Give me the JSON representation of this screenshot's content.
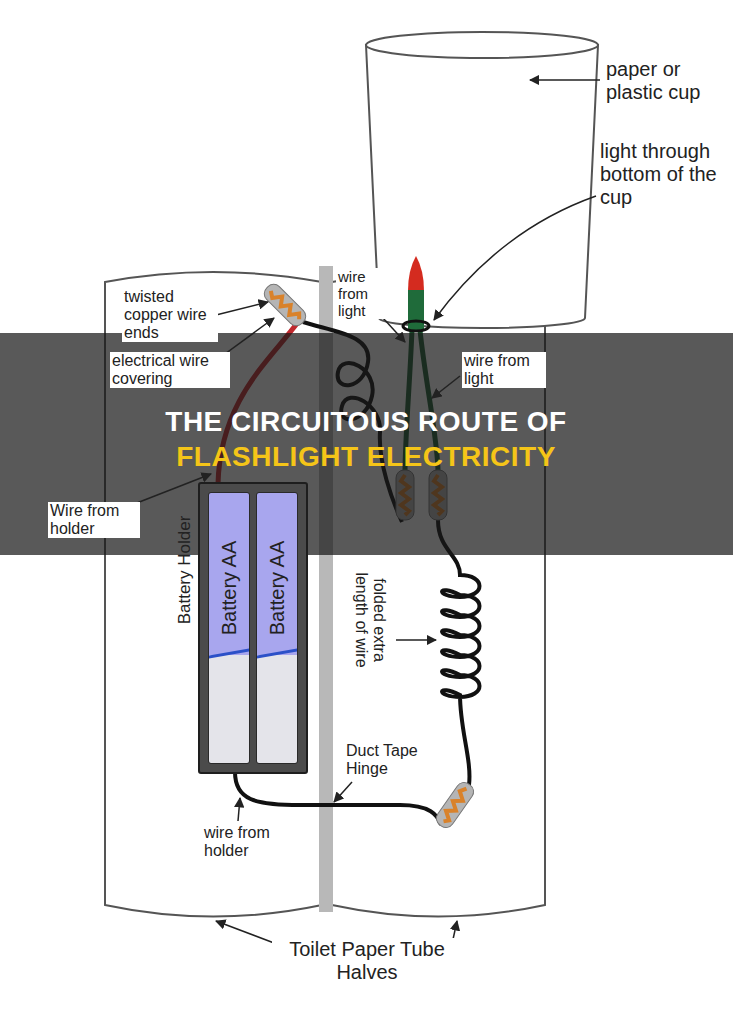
{
  "diagram": {
    "title": "THE CIRCUITOUS ROUTE OF FLASHLIGHT ELECTRICITY",
    "nodes": [
      {
        "text": [
          "Battery Holder"
        ]
      },
      {
        "text": [
          "Battery AA"
        ],
        "in": 0
      },
      {
        "text": [
          "Battery AA"
        ],
        "in": 0
      }
    ],
    "labels": [
      "paper or plastic cup",
      "light through bottom of the cup",
      "twisted copper wire ends",
      "electrical wire covering",
      "wire from light",
      "Wire from holder",
      "wire from light",
      "folded extra length of wire",
      "Duct Tape Hinge",
      "wire from holder",
      "Toilet Paper Tube Halves"
    ]
  }
}
